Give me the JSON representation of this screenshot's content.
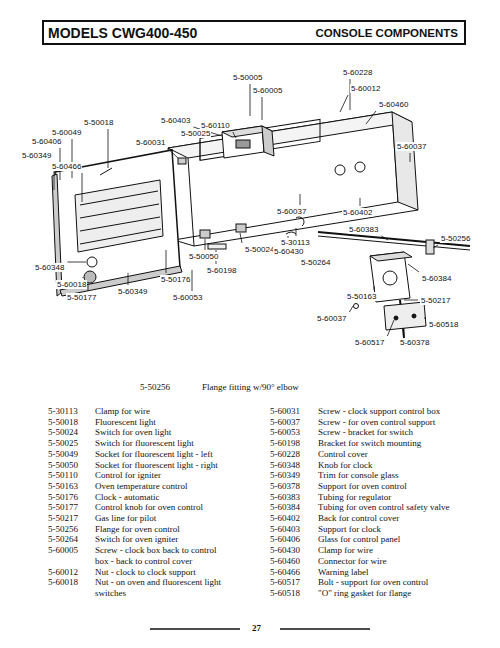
{
  "diagram": {
    "nodes": [
      {
        "text": [
          "MODELS CWG400-450",
          "CONSOLE COMPONENTS"
        ]
      }
    ],
    "labels": [
      "5-50005",
      "5-60228",
      "5-60005",
      "5-60012",
      "5-60460",
      "5-50018",
      "5-60403",
      "5-60110",
      "5-60049",
      "5-50025",
      "5-60031",
      "5-60406",
      "5-60037",
      "5-60349",
      "5-60466",
      "5-60037",
      "5-60402",
      "5-30113",
      "5-60383",
      "5-50256",
      "5-50024",
      "5-60430",
      "5-50050",
      "5-50264",
      "5-60348",
      "5-50176",
      "5-60198",
      "5-60384",
      "5-60018",
      "5-60349",
      "5-50177",
      "5-60053",
      "5-50163",
      "5-50217",
      "5-60518",
      "5-60037",
      "5-60517",
      "5-60378",
      "5-50256",
      "Flange fitting w/90° elbow",
      "5-30113",
      "Clamp for wire",
      "5-50018",
      "Fluorescent light",
      "5-50024",
      "Switch for oven light",
      "5-50025",
      "Switch for fluorescent light",
      "5-50049",
      "Socket for fluorescent light - left",
      "5-50050",
      "Socket for fluorescent light - right",
      "5-50110",
      "Control for igniter",
      "5-50163",
      "Oven temperature control",
      "5-50176",
      "Clock - automatic",
      "5-50177",
      "Control knob for oven control",
      "5-50217",
      "Gas line for pilot",
      "5-50256",
      "Flange for oven control",
      "5-50264",
      "Switch for oven igniter",
      "5-60005",
      "Screw - clock box back to control box - back to control cover",
      "5-60012",
      "Nut - clock to clock support",
      "5-60018",
      "Nut - on oven and fluorescent light switches",
      "5-60031",
      "Screw - clock support control box",
      "5-60037",
      "Screw - for oven control support",
      "5-60053",
      "Screw - bracket for switch",
      "5-60198",
      "Bracket for switch mounting",
      "5-60228",
      "Control cover",
      "5-60348",
      "Knob for clock",
      "5-60349",
      "Trim for console glass",
      "5-60378",
      "Support for oven control",
      "5-60383",
      "Tubing for regulator",
      "5-60384",
      "Tubing for oven control safety valve",
      "5-60402",
      "Back for control cover",
      "5-60403",
      "Support for clock",
      "5-60406",
      "Glass for control panel",
      "5-60430",
      "Clamp for wire",
      "5-60460",
      "Connector for wire",
      "5-60466",
      "Warning label",
      "5-60517",
      "Bolt - support for oven control",
      "5-60518",
      "\"O\" ring gasket for flange",
      "27"
    ]
  }
}
